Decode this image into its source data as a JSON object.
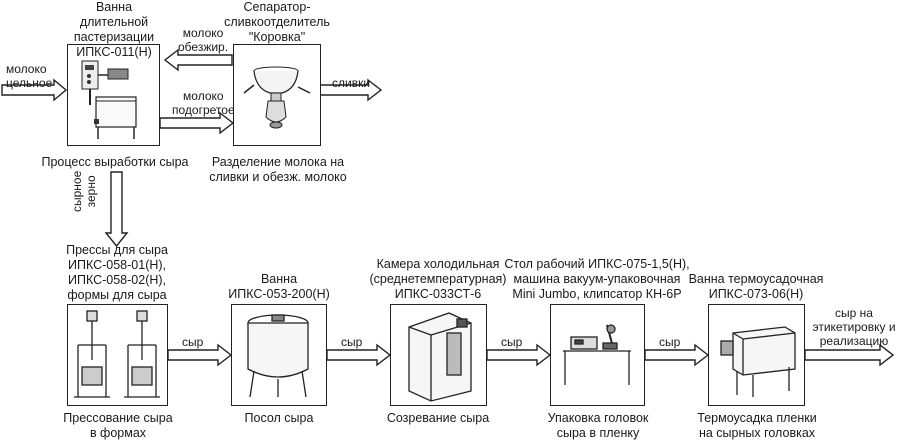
{
  "labels": {
    "pasteur_title": "Ванна длительной\nпастеризации\nИПКС-011(Н)",
    "separator_title": "Сепаратор-\nсливкоотделитель\n\"Коровка\"",
    "milk_whole": "молоко\nцельное",
    "milk_skim": "молоко\nобезжир.",
    "milk_heated": "молоко\nподогретое",
    "cream": "сливки",
    "cheese_process": "Процесс выработки сыра",
    "separation": "Разделение молока на\nсливки и обезж. молоко",
    "grain": "сырное\nзерно",
    "presses_title": "Прессы для сыра\nИПКС-058-01(Н),\nИПКС-058-02(Н),\nформы для сыра",
    "bath_title": "Ванна\nИПКС-053-200(Н)",
    "chamber_title": "Камера холодильная\n(среднетемпературная)\nИПКС-033СТ-6",
    "table_title": "Стол рабочий ИПКС-075-1,5(Н),\nмашина вакуум-упаковочная\nMini Jumbo, клипсатор КН-6Р",
    "shrink_title": "Ванна термоусадочная\nИПКС-073-06(Н)",
    "cheese1": "сыр",
    "cheese2": "сыр",
    "cheese3": "сыр",
    "cheese4": "сыр",
    "cheese_out": "сыр на\nэтикетировку и\nреализацию",
    "pressing": "Прессование сыра\nв формах",
    "salting": "Посол сыра",
    "ripening": "Созревание сыра",
    "packing": "Упаковка головок\nсыра в пленку",
    "shrinking": "Термоусадка пленки\nна сырных головках"
  }
}
